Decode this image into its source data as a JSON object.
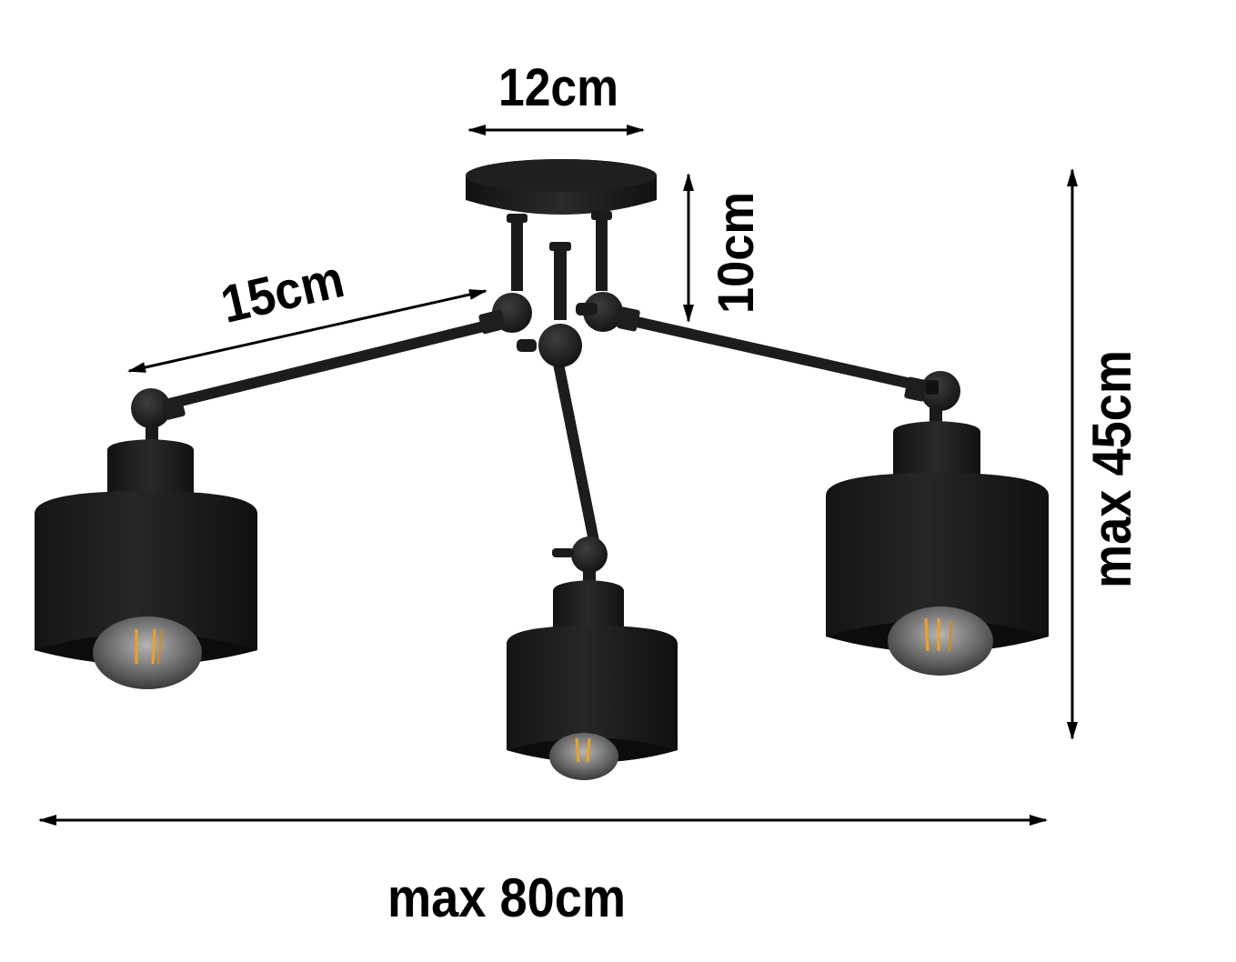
{
  "diagram": {
    "subject": "3-arm adjustable ceiling lamp with black drum shades",
    "colors": {
      "background": "#ffffff",
      "metal": "#1c1c1c",
      "metal_highlight": "#3a3a3a",
      "shade_inner": "#0e0e0e",
      "bulb_glass": "#8a8a8a",
      "filament": "#f0a020",
      "arrow": "#000000"
    },
    "dimensions": {
      "canopy_diameter": {
        "label": "12cm"
      },
      "canopy_height": {
        "label": "10cm"
      },
      "arm_length": {
        "label": "15cm"
      },
      "max_height": {
        "label": "max 45cm"
      },
      "max_width": {
        "label": "max 80cm"
      }
    },
    "parts": {
      "canopy": "ceiling canopy",
      "arms": [
        "left arm",
        "center arm",
        "right arm"
      ],
      "shades": [
        "left shade",
        "center shade",
        "right shade"
      ],
      "bulbs": [
        "left bulb",
        "center bulb",
        "right bulb"
      ]
    }
  }
}
